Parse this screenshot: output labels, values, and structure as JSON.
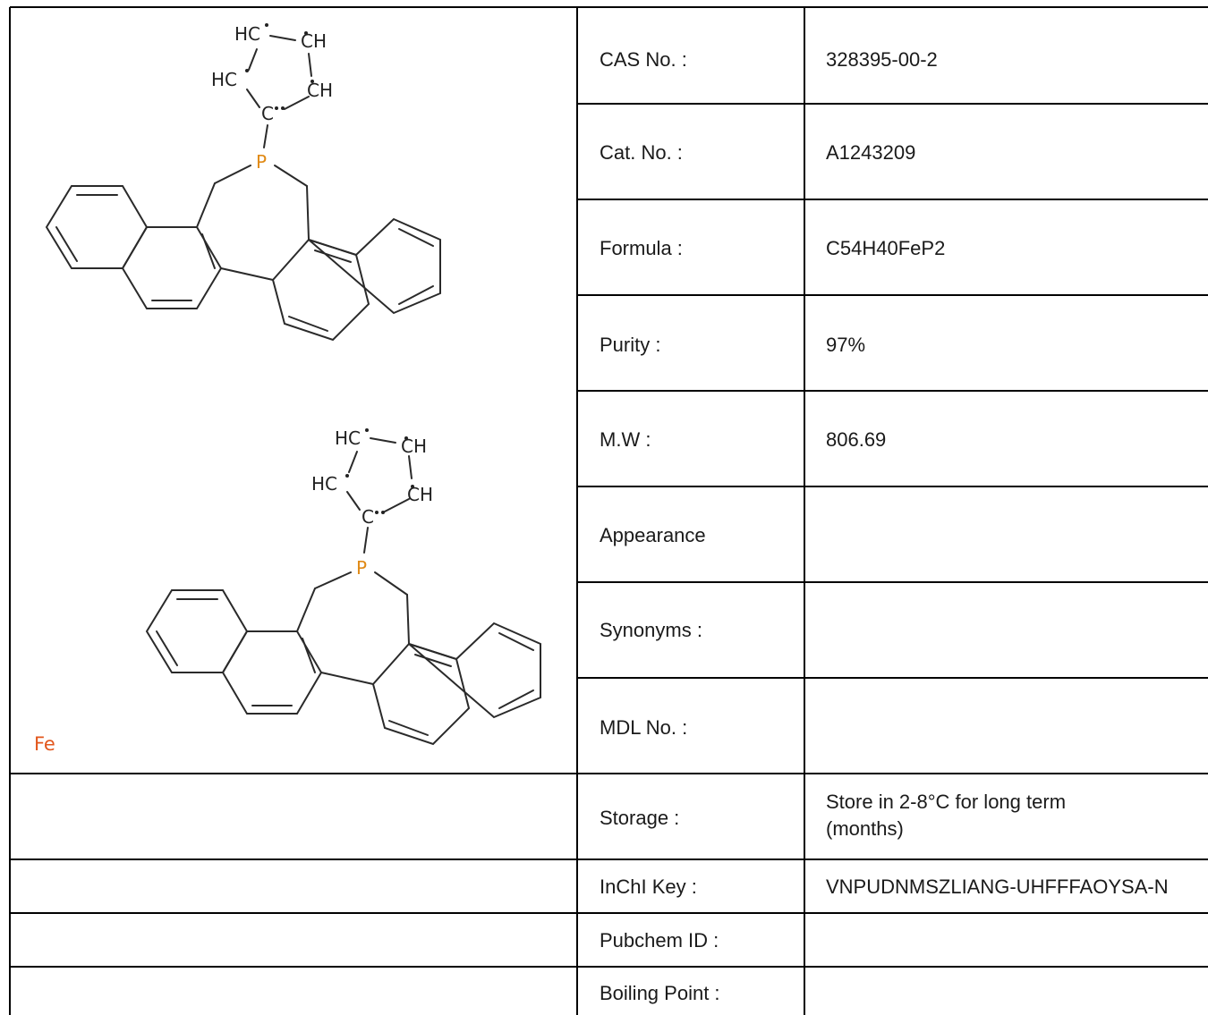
{
  "structure": {
    "atom_labels": {
      "hc": "HC",
      "ch": "CH",
      "c": "C",
      "p": "P",
      "fe": "Fe"
    },
    "colors": {
      "bond": "#2a2a2a",
      "phosphorus": "#e08a16",
      "iron": "#e2561c",
      "grid": "#000000"
    }
  },
  "rows": [
    {
      "label": "CAS No. :",
      "value": "328395-00-2"
    },
    {
      "label": "Cat. No. :",
      "value": "A1243209"
    },
    {
      "label": "Formula :",
      "value": "C54H40FeP2"
    },
    {
      "label": "Purity :",
      "value": "97%"
    },
    {
      "label": "M.W :",
      "value": "806.69"
    },
    {
      "label": "Appearance",
      "value": ""
    },
    {
      "label": "Synonyms :",
      "value": ""
    },
    {
      "label": "MDL No. :",
      "value": ""
    },
    {
      "label": "Storage :",
      "value": "Store in 2-8°C for long term (months)"
    },
    {
      "label": "InChI Key :",
      "value": "VNPUDNMSZLIANG-UHFFFAOYSA-N"
    },
    {
      "label": "Pubchem ID :",
      "value": ""
    },
    {
      "label": "Boiling Point :",
      "value": ""
    }
  ]
}
